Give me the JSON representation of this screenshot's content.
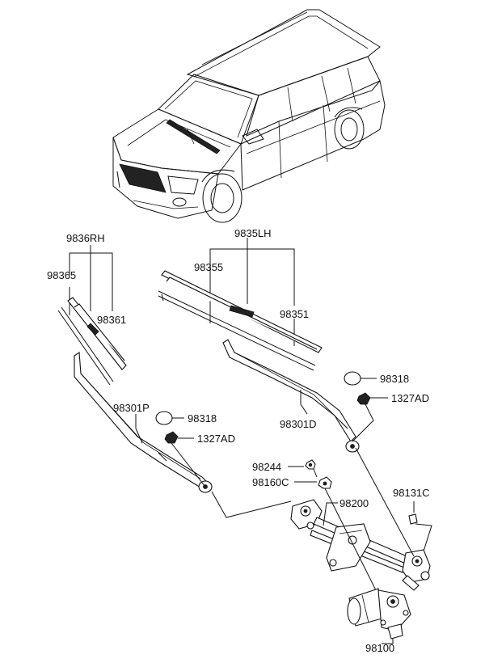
{
  "labels": {
    "rh_assy": "9836RH",
    "rh_refill": "98365",
    "rh_blade": "98361",
    "lh_assy": "9835LH",
    "lh_refill": "98355",
    "lh_blade": "98351",
    "arm_rh": "98301P",
    "arm_lh": "98301D",
    "cap_rh": "98318",
    "cap_lh": "98318",
    "nut_rh": "1327AD",
    "nut_lh": "1327AD",
    "nut_link": "98244",
    "pivot_cap": "98160C",
    "linkage": "98200",
    "bolt": "98131C",
    "motor": "98100"
  }
}
